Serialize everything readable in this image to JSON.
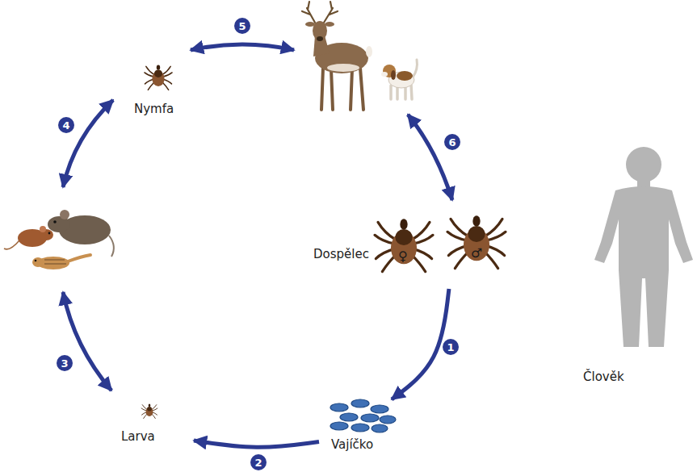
{
  "diagram": {
    "nodes": [
      {
        "text": [
          "Nymfa"
        ]
      },
      {
        "text": [
          "Dospělec"
        ]
      },
      {
        "text": [
          "Larva"
        ]
      },
      {
        "text": [
          "Vajíčko"
        ]
      }
    ],
    "edges": [
      {
        "from": 1,
        "to": 3,
        "arrow": "to",
        "label": "1"
      },
      {
        "from": 3,
        "to": 2,
        "arrow": "to",
        "label": "2"
      }
    ],
    "labels": [
      "5",
      "4",
      "6",
      "3",
      "♀",
      "♂",
      "Člověk"
    ]
  }
}
